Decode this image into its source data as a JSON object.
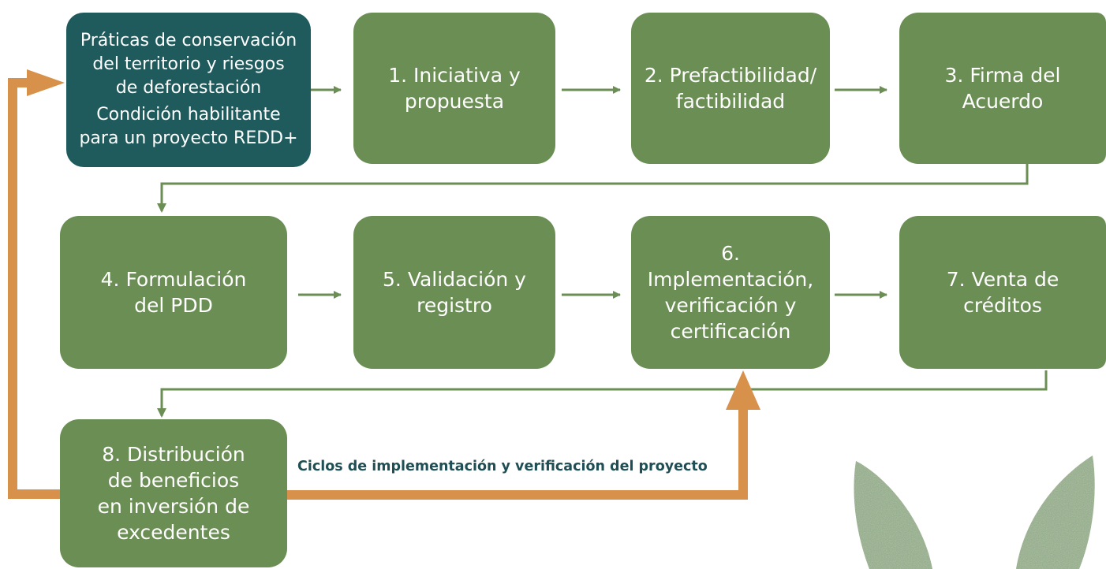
{
  "start": {
    "line1": "Práticas de conservación\ndel territorio y riesgos\nde deforestación",
    "line2": "Condición habilitante\npara un proyecto REDD+"
  },
  "steps": [
    {
      "label": "1. Iniciativa y\npropuesta"
    },
    {
      "label": "2. Prefactibilidad/\nfactibilidad"
    },
    {
      "label": "3. Firma del\nAcuerdo"
    },
    {
      "label": "4. Formulación\ndel PDD"
    },
    {
      "label": "5. Validación y\nregistro"
    },
    {
      "label": "6. Implementación,\nverificación y\ncertificación"
    },
    {
      "label": "7. Venta de\ncréditos"
    },
    {
      "label": "8. Distribución\nde beneficios\nen inversión de\nexcedentes"
    }
  ],
  "loop": {
    "label": "Ciclos de implementación y verificación del proyecto"
  },
  "colors": {
    "step_box": "#6b8e54",
    "start_box": "#1f5a5c",
    "connector": "#6b8e54",
    "loop_arrow": "#d8914a",
    "loop_text": "#1f4f55",
    "decoration": "#7ea070"
  },
  "decoration": {
    "icon": "leaf-icon"
  }
}
